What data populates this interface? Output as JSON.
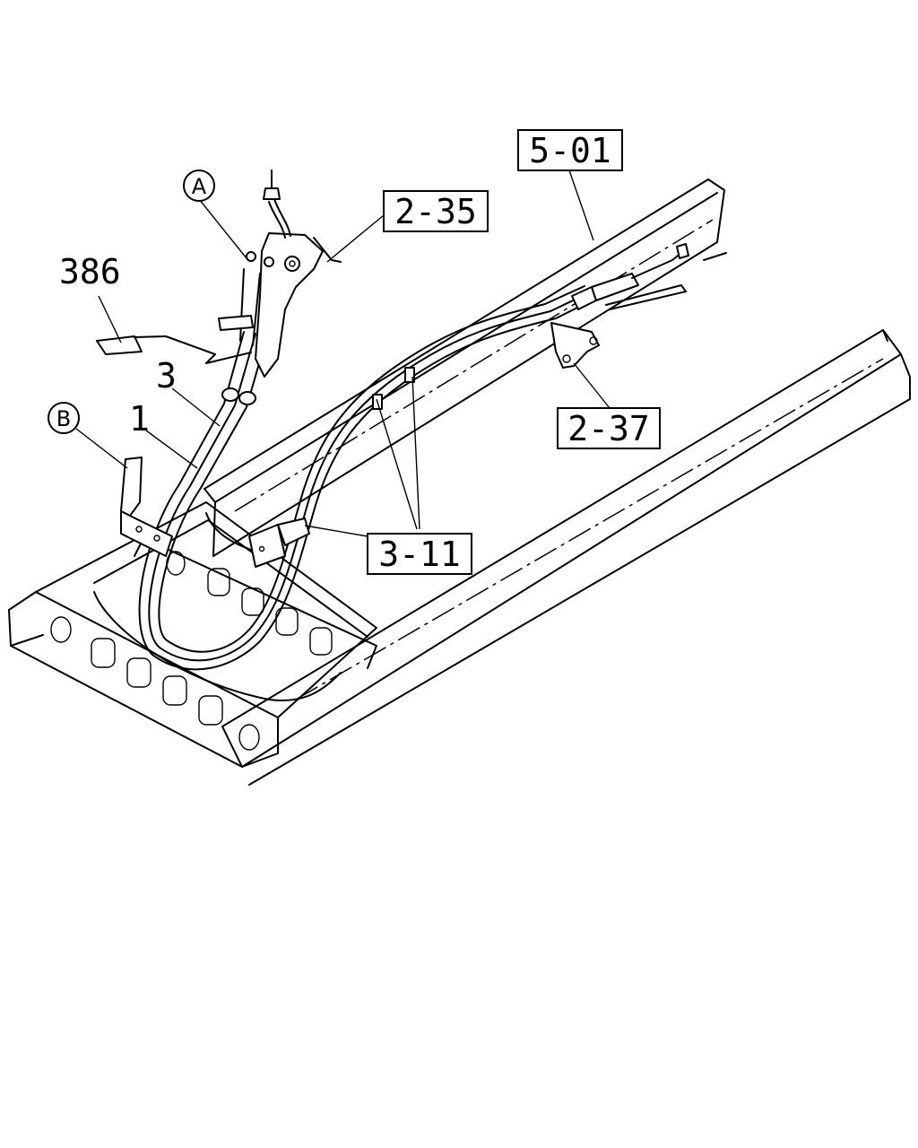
{
  "callouts": {
    "ref_5_01": "5-01",
    "ref_2_35": "2-35",
    "ref_2_37": "2-37",
    "ref_3_11": "3-11",
    "part_386": "386",
    "part_3": "3",
    "part_1": "1",
    "detail_a": "A",
    "detail_b": "B"
  }
}
